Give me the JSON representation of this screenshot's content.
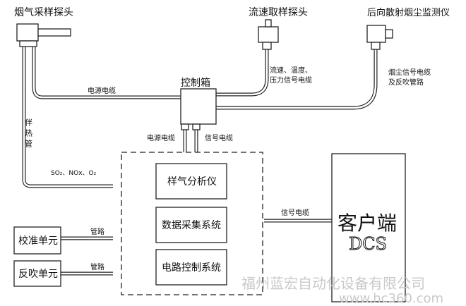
{
  "probes": {
    "flue_probe": "烟气采样探头",
    "flow_probe": "流速取样探头",
    "dust_monitor": "后向散射烟尘监测仪"
  },
  "control_box": "控制箱",
  "cables": {
    "power_top": "电源电缆",
    "flow_signal_line1": "流速、温度、",
    "flow_signal_line2": "压力信号电缆",
    "dust_signal_line1": "烟尘信号电缆",
    "dust_signal_line2": "及反吹管路",
    "heat_pipe": "伴热管",
    "power_down": "电源电缆",
    "signal_down": "信号电缆",
    "gases": "SO₂、NOx、O₂",
    "signal_dcs": "信号电缆",
    "pipe_calib": "管路",
    "pipe_blow": "管路"
  },
  "analyzer_modules": [
    "样气分析仪",
    "数据采集系统",
    "电路控制系统"
  ],
  "client": {
    "line1": "客户端",
    "line2": "DCS"
  },
  "units": {
    "calibration": "校准单元",
    "blowback": "反吹单元"
  },
  "watermark": {
    "company": "福州蓝宏自动化设备有限公司",
    "url": "www.hc360.com"
  }
}
